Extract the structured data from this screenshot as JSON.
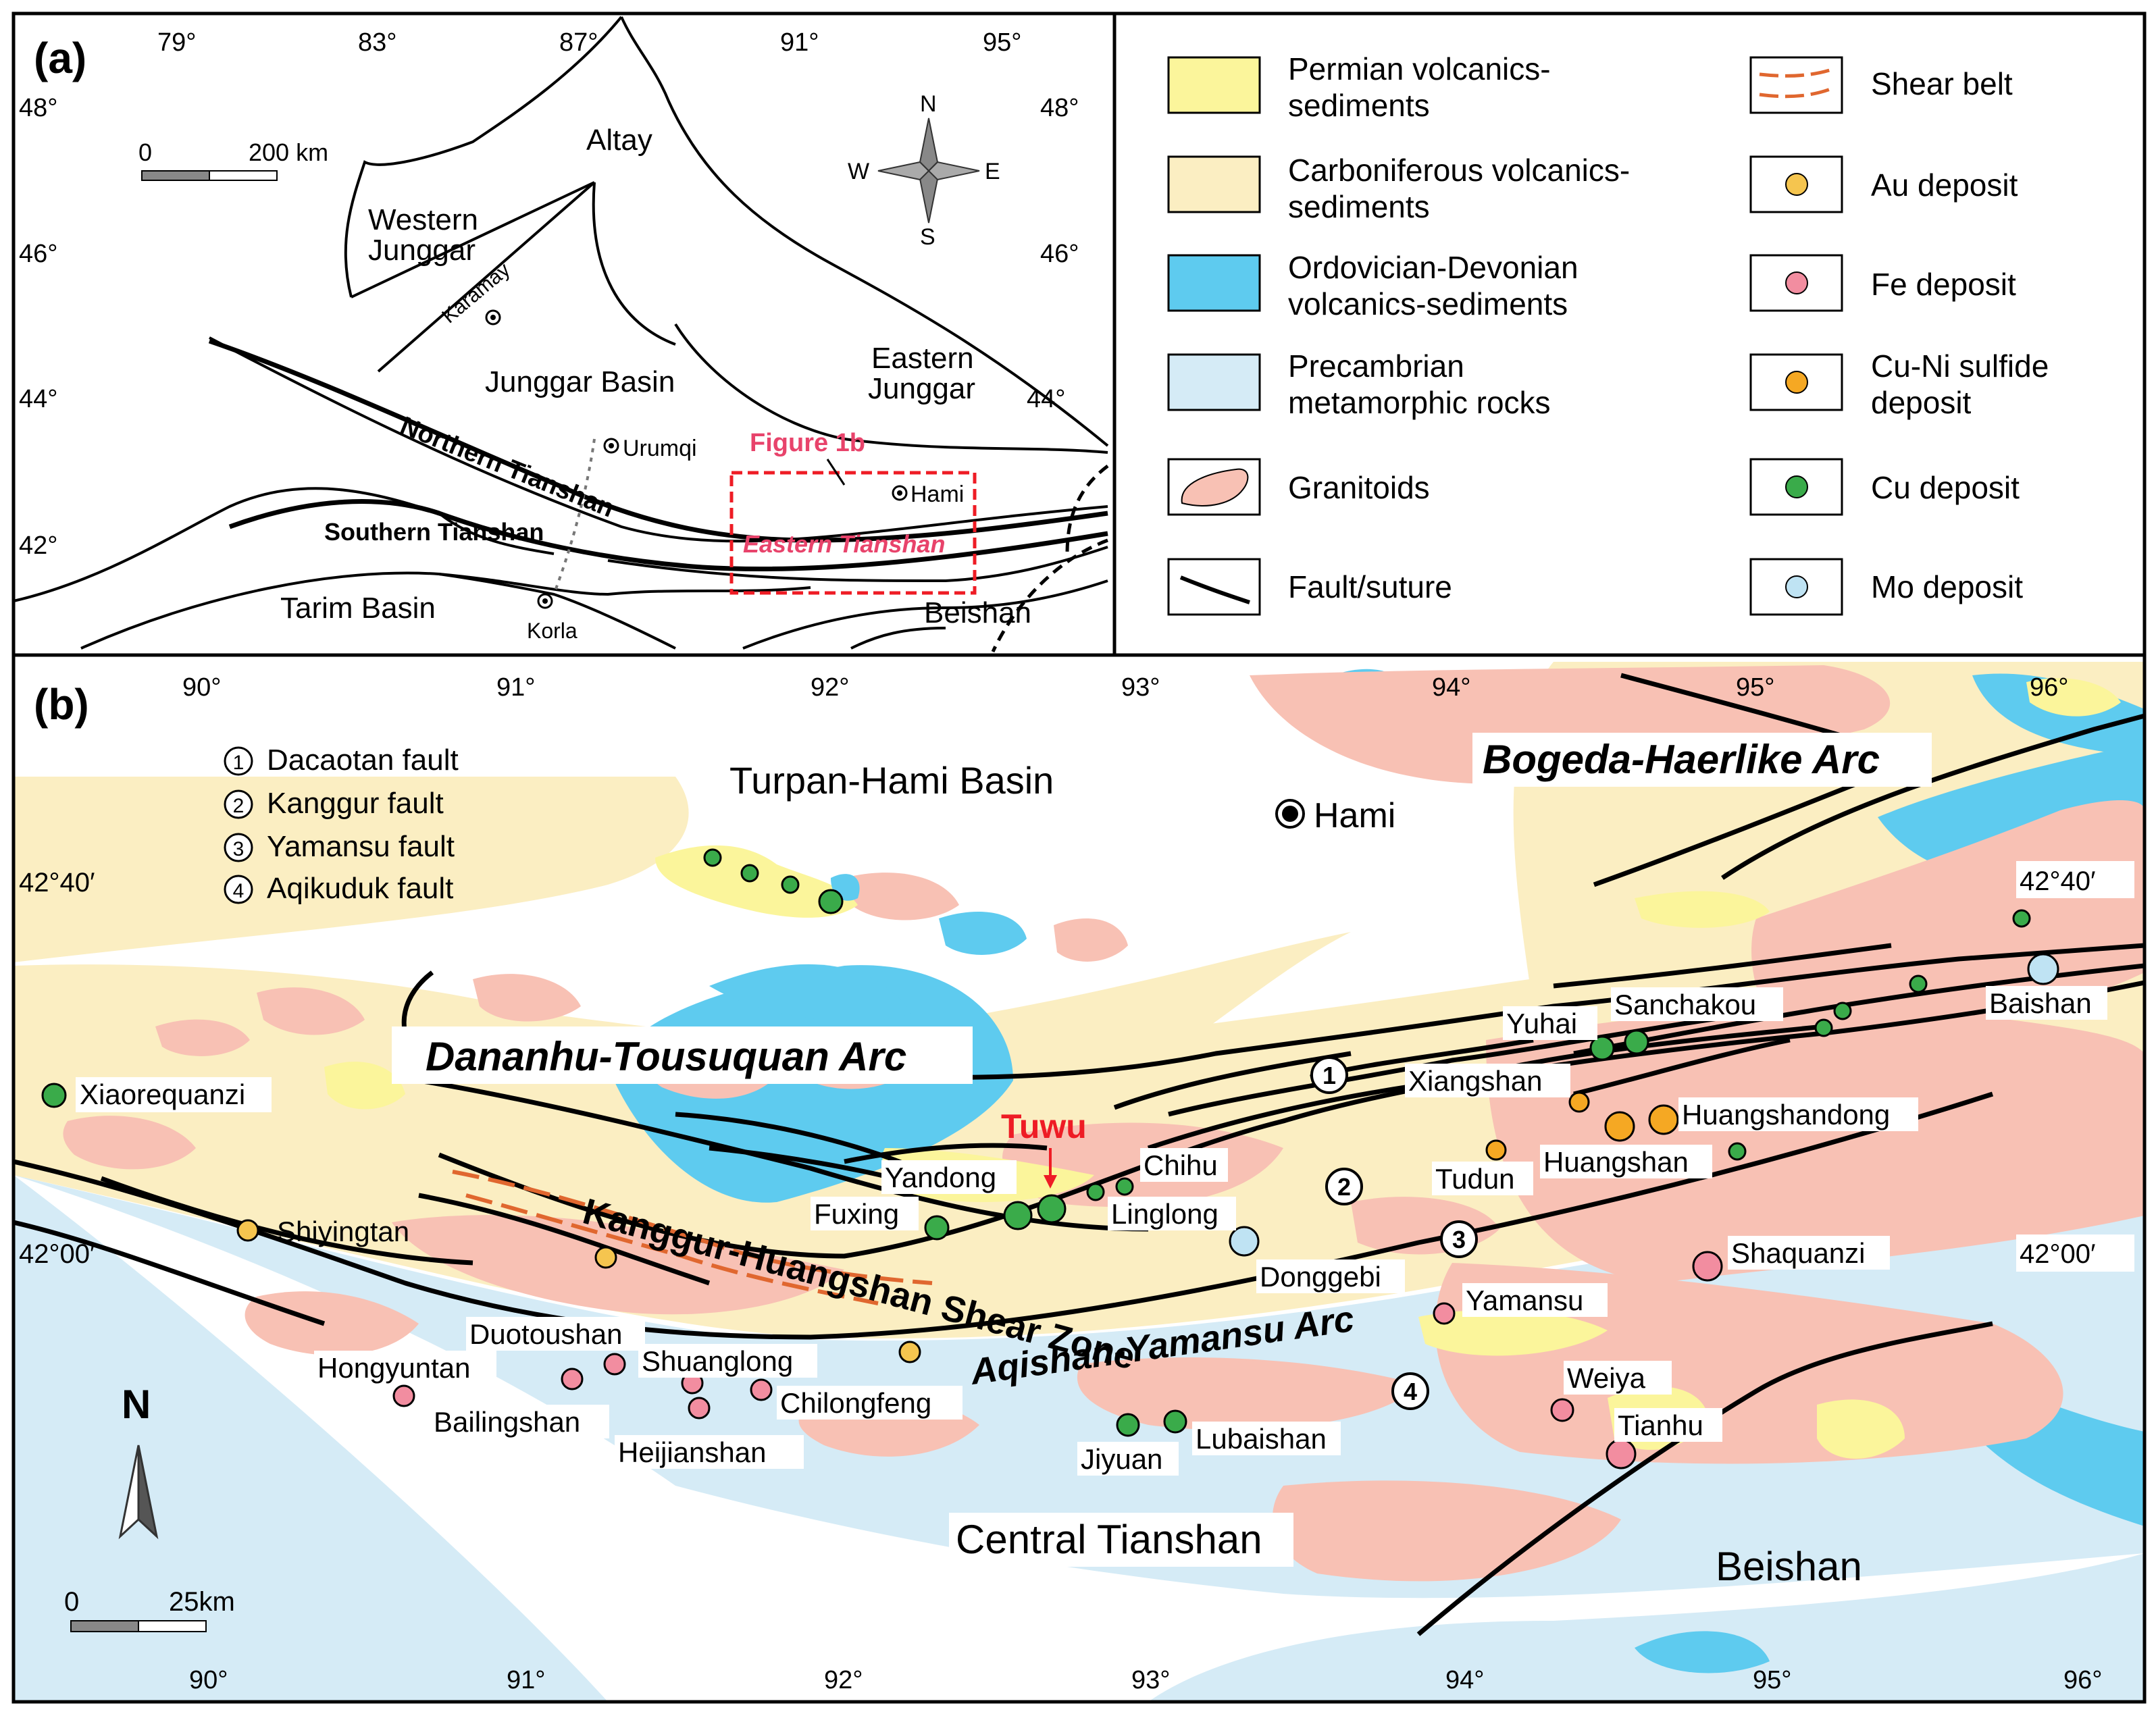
{
  "panel_a": {
    "label": "(a)",
    "lon_ticks": [
      "79°",
      "83°",
      "87°",
      "91°",
      "95°"
    ],
    "lat_ticks_left": [
      "48°",
      "46°",
      "44°",
      "42°"
    ],
    "lat_ticks_right": [
      "48°",
      "46°",
      "44°"
    ],
    "scale": {
      "zero": "0",
      "end": "200 km"
    },
    "compass": {
      "n": "N",
      "s": "S",
      "e": "E",
      "w": "W"
    },
    "regions": {
      "altay": "Altay",
      "western_junggar_1": "Western",
      "western_junggar_2": "Junggar",
      "junggar_basin": "Junggar Basin",
      "eastern_junggar_1": "Eastern",
      "eastern_junggar_2": "Junggar",
      "northern_tianshan": "Northern Tianshan",
      "southern_tianshan": "Southern Tianshan",
      "tarim_basin": "Tarim Basin",
      "beishan": "Beishan",
      "eastern_tianshan": "Eastern Tianshan",
      "figure_1b": "Figure 1b"
    },
    "cities": {
      "karamay": "Karamay",
      "urumqi": "Urumqi",
      "hami": "Hami",
      "korla": "Korla"
    }
  },
  "legend": {
    "items": [
      {
        "key": "permian",
        "line1": "Permian volcanics-",
        "line2": "sediments",
        "color": "#fbf59b"
      },
      {
        "key": "carboniferous",
        "line1": "Carboniferous volcanics-",
        "line2": "sediments",
        "color": "#fbeec2"
      },
      {
        "key": "ordovician",
        "line1": "Ordovician-Devonian",
        "line2": "volcanics-sediments",
        "color": "#5ecbef"
      },
      {
        "key": "precambrian",
        "line1": "Precambrian",
        "line2": "metamorphic rocks",
        "color": "#d5ebf6"
      },
      {
        "key": "granitoids",
        "line1": "Granitoids",
        "line2": "",
        "color": "#f8c1b4"
      },
      {
        "key": "fault",
        "line1": "Fault/suture",
        "line2": ""
      },
      {
        "key": "shear",
        "line1": "Shear belt",
        "line2": "",
        "color": "#e0672f"
      },
      {
        "key": "au",
        "line1": "Au deposit",
        "line2": "",
        "color": "#f5c54f"
      },
      {
        "key": "fe",
        "line1": "Fe deposit",
        "line2": "",
        "color": "#f28da0"
      },
      {
        "key": "cuni",
        "line1": "Cu-Ni sulfide",
        "line2": "deposit",
        "color": "#f5a823"
      },
      {
        "key": "cu",
        "line1": "Cu deposit",
        "line2": "",
        "color": "#3aab4a"
      },
      {
        "key": "mo",
        "line1": "Mo deposit",
        "line2": "",
        "color": "#bfe3f3"
      }
    ]
  },
  "panel_b": {
    "label": "(b)",
    "lon_ticks": [
      "90°",
      "91°",
      "92°",
      "93°",
      "94°",
      "95°",
      "96°"
    ],
    "lat_labels": {
      "left_top": "42°40′",
      "left_mid": "42°00′",
      "right_top": "42°40′",
      "right_mid": "42°00′"
    },
    "faults": [
      {
        "num": "1",
        "name": "Dacaotan fault"
      },
      {
        "num": "2",
        "name": "Kanggur fault"
      },
      {
        "num": "3",
        "name": "Yamansu fault"
      },
      {
        "num": "4",
        "name": "Aqikuduk fault"
      }
    ],
    "regions": {
      "turpan": "Turpan-Hami Basin",
      "hami": "Hami",
      "bogeda": "Bogeda-Haerlike Arc",
      "dananhu": "Dananhu-Tousuquan Arc",
      "shear_zone": "Kanggur-Huangshan Shear Zone",
      "aqishan": "Aqishan-Yamansu Arc",
      "central_tianshan": "Central Tianshan",
      "beishan": "Beishan",
      "tuwu": "Tuwu"
    },
    "scale": {
      "zero": "0",
      "end": "25km"
    },
    "north": "N",
    "deposits": {
      "xiaorequanzi": "Xiaorequanzi",
      "shiyingtan": "Shiyingtan",
      "hongyuntan": "Hongyuntan",
      "duotoushan": "Duotoushan",
      "bailingshan": "Bailingshan",
      "shuanglong": "Shuanglong",
      "heijianshan": "Heijianshan",
      "chilongfeng": "Chilongfeng",
      "fuxing": "Fuxing",
      "yandong": "Yandong",
      "chihu": "Chihu",
      "linglong": "Linglong",
      "donggebi": "Donggebi",
      "jiyuan": "Jiyuan",
      "lubaishan": "Lubaishan",
      "yamansu": "Yamansu",
      "tudun": "Tudun",
      "xiangshan": "Xiangshan",
      "yuhai": "Yuhai",
      "sanchakou": "Sanchakou",
      "huangshandong": "Huangshandong",
      "huangshan": "Huangshan",
      "shaquanzi": "Shaquanzi",
      "weiya": "Weiya",
      "tianhu": "Tianhu",
      "baishan": "Baishan"
    }
  }
}
